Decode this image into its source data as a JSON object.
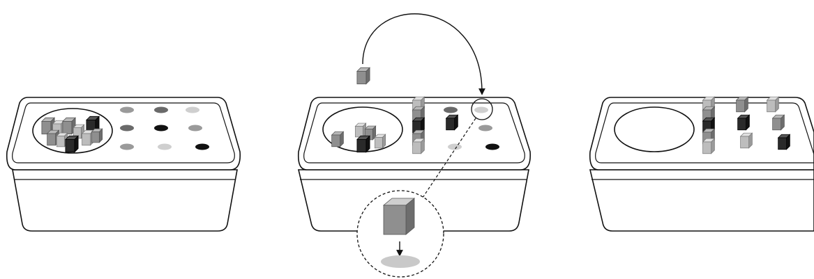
{
  "figure": {
    "panels": [
      {
        "id": "unsorted",
        "bin_contents": "mixed-cubes",
        "spots_filled": "none"
      },
      {
        "id": "sorting-in-progress",
        "bin_contents": "some-cubes",
        "spots_filled": "partial",
        "shows_transfer_arrow": true,
        "shows_zoom_inset": true
      },
      {
        "id": "sorted",
        "bin_contents": "empty",
        "spots_filled": "all"
      }
    ],
    "colors": {
      "outline": "#111111",
      "light_gray": "#c9c9c9",
      "mid_gray": "#8f8f8f",
      "dark_gray": "#555555",
      "black": "#111111",
      "panel_fill": "#ffffff"
    },
    "icons": {
      "transfer_arrow": "curved-arrow-icon",
      "drop_arrow": "down-arrow-icon",
      "cube": "cube-icon",
      "target_spot": "ellipse-spot-icon"
    }
  }
}
